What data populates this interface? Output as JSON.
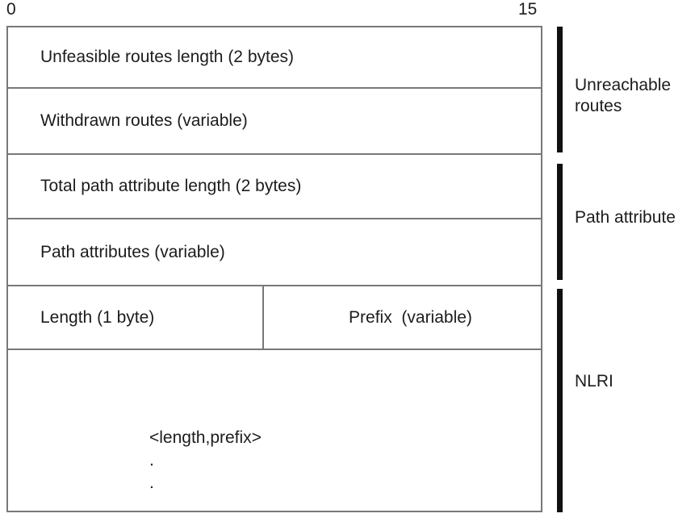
{
  "colors": {
    "background": "#ffffff",
    "line": "#787878",
    "bar": "#111111",
    "text": "#1c1c1c"
  },
  "bit_scale": {
    "start": "0",
    "end": "15"
  },
  "message_box": {
    "rows": [
      {
        "label": "Unfeasible routes length (2 bytes)"
      },
      {
        "label": "Withdrawn routes (variable)"
      },
      {
        "label": "Total path attribute length (2 bytes)"
      },
      {
        "label": "Path attributes (variable)"
      },
      {
        "cells": [
          {
            "label": "Length (1 byte)"
          },
          {
            "label": "Prefix  (variable)"
          }
        ]
      },
      {
        "label": "<length,prefix>",
        "dots": [
          ".",
          "."
        ]
      }
    ]
  },
  "side_labels": [
    {
      "label": "Unreachable routes"
    },
    {
      "label": "Path attribute"
    },
    {
      "label": "NLRI"
    }
  ]
}
